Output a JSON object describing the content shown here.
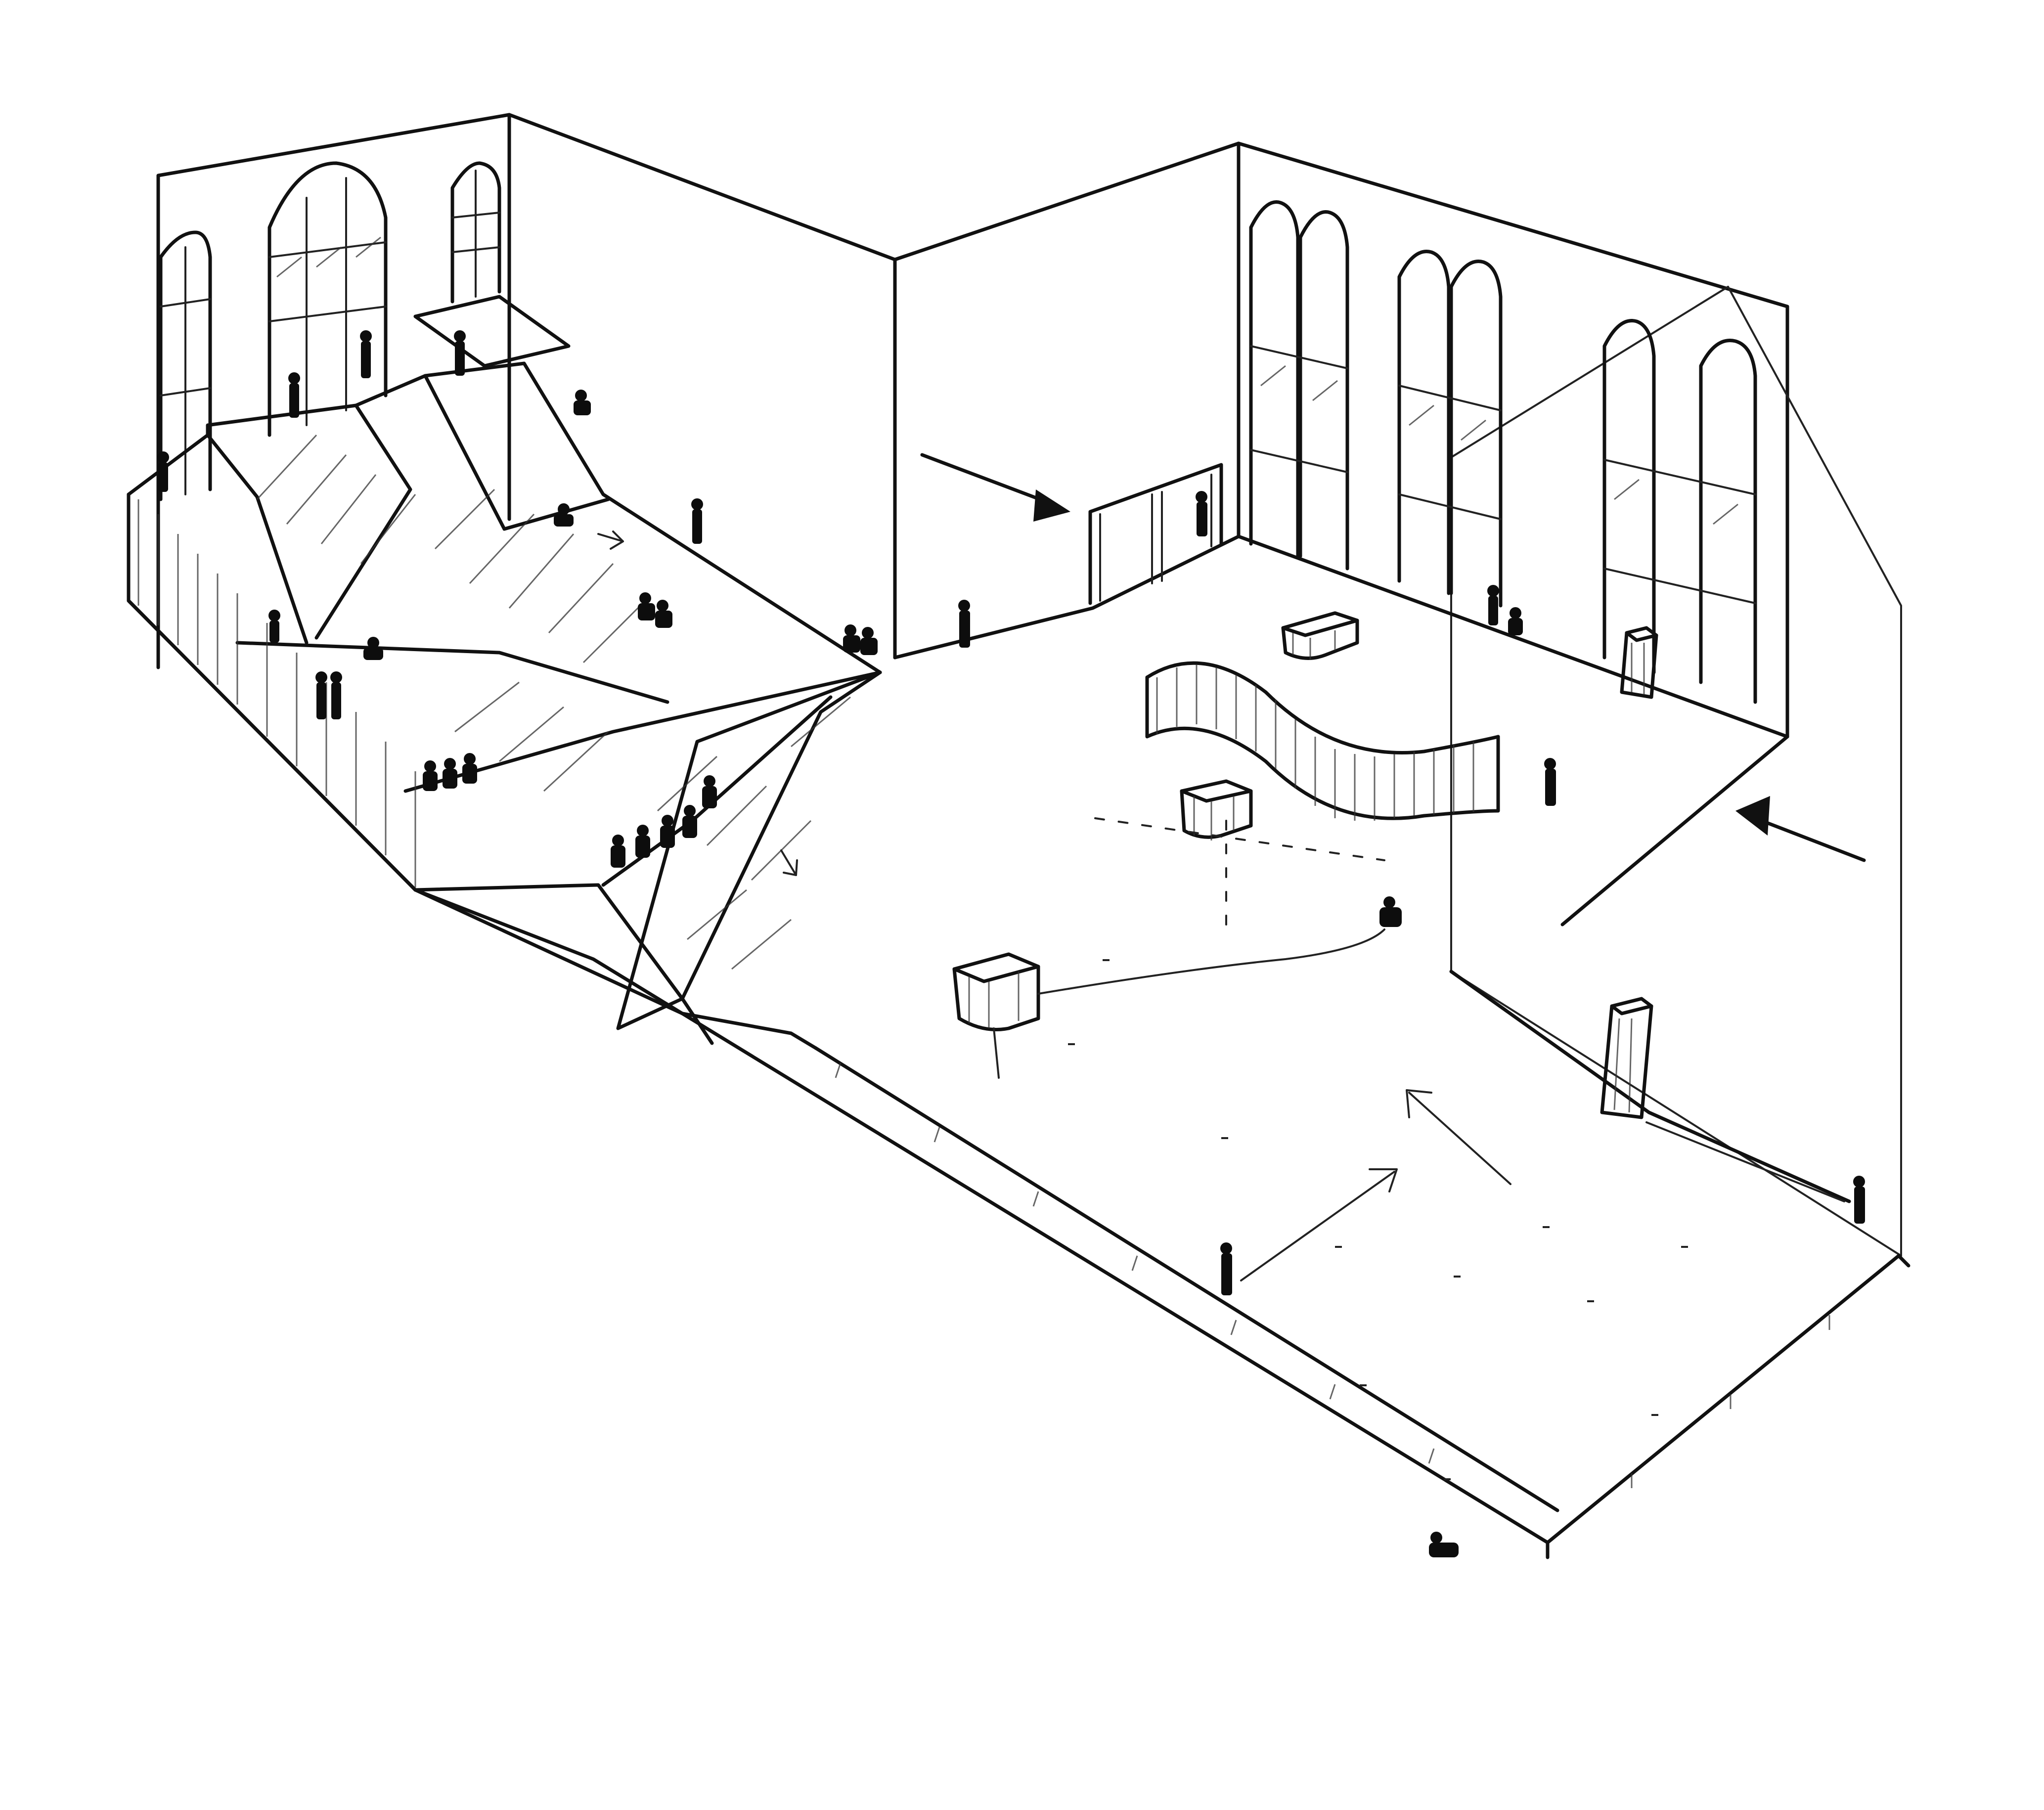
{
  "sketch": {
    "style": "hand-drawn pencil isometric architectural sketch",
    "ink_color": "#111111",
    "paper_color": "#ffffff",
    "elements": [
      "left-wall-with-arched-windows",
      "right-wall-with-arched-windows",
      "folded-stepped-ramp-platform",
      "open-floor-plaza",
      "curving-draped-screen",
      "draped-tables",
      "entrance-doors",
      "circulation-arrows",
      "human-figures"
    ]
  }
}
